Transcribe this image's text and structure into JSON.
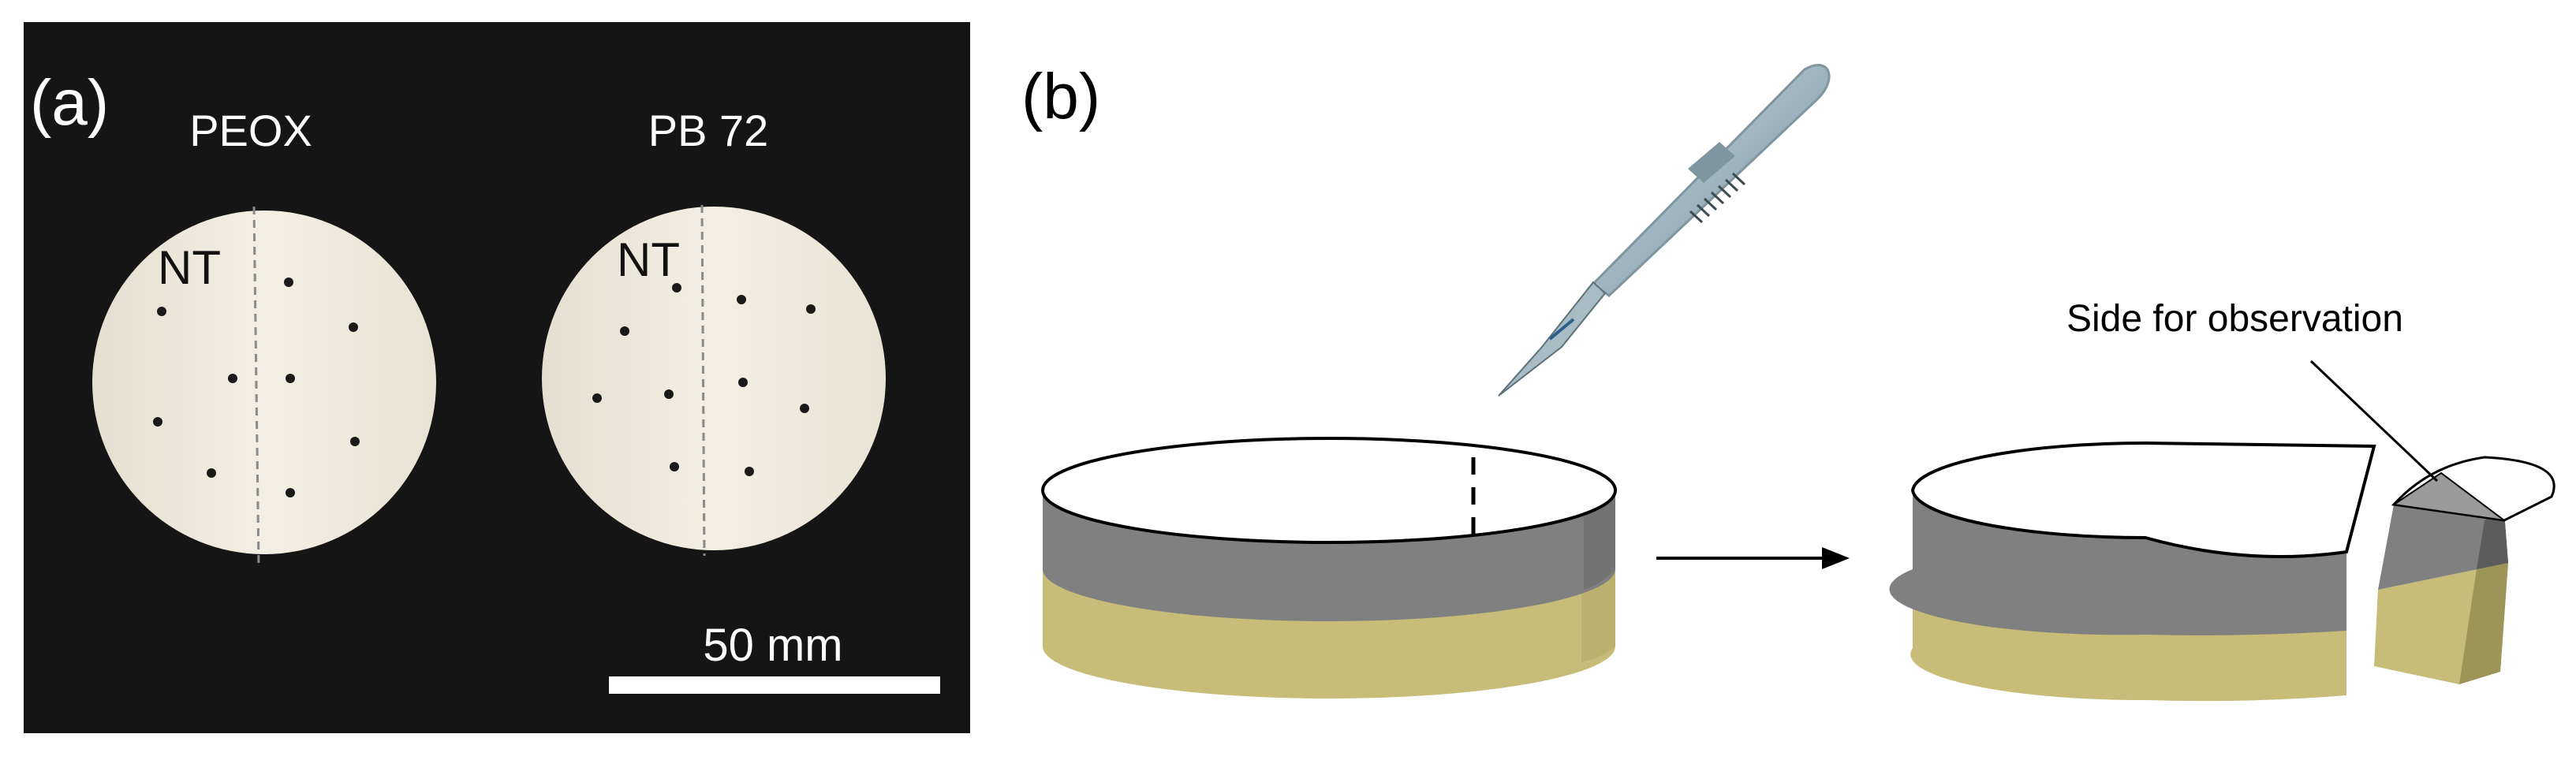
{
  "panel_a": {
    "label": "(a)",
    "sample_left_title": "PEOX",
    "sample_right_title": "PB 72",
    "sample_left_mark": "NT",
    "sample_right_mark": "NT",
    "scale_bar_label": "50 mm",
    "colors": {
      "background": "#151515",
      "sample": "#efebdd",
      "dot": "#1a1a1a",
      "text": "#ffffff"
    }
  },
  "panel_b": {
    "label": "(b)",
    "annotation": "Side for observation",
    "icons": [
      "scalpel-icon",
      "arrow-right-icon"
    ],
    "colors": {
      "top_layer": "#808080",
      "bottom_layer": "#c7bc78",
      "outline": "#000000"
    }
  }
}
